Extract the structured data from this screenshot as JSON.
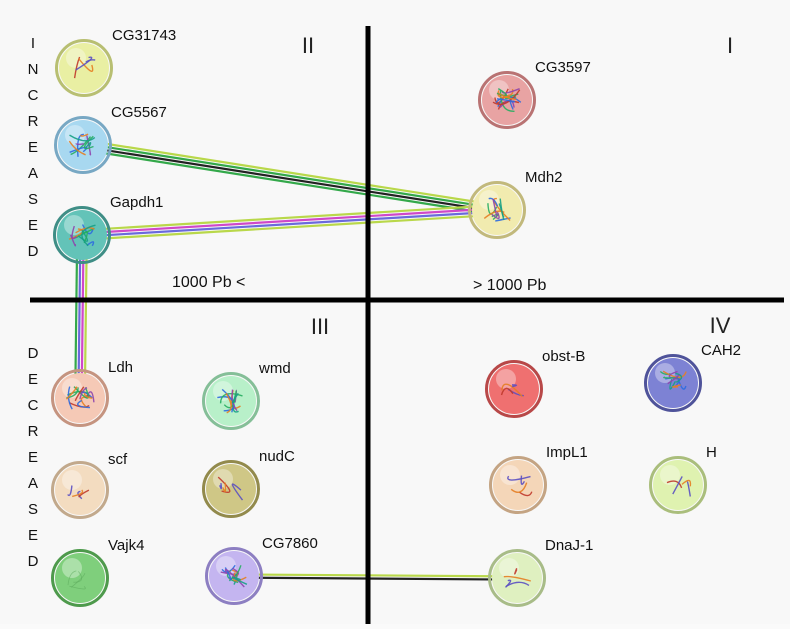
{
  "quadrants": {
    "q1": "I",
    "q2": "II",
    "q3": "III",
    "q4": "IV"
  },
  "axis_labels": {
    "left": "1000 Pb <",
    "right": "> 1000 Pb"
  },
  "side_labels": {
    "increased": [
      "I",
      "N",
      "C",
      "R",
      "E",
      "A",
      "S",
      "E",
      "D"
    ],
    "decreased": [
      "D",
      "E",
      "C",
      "R",
      "E",
      "A",
      "S",
      "E",
      "D"
    ]
  },
  "nodes": [
    {
      "id": "CG31743",
      "label": "CG31743",
      "color": "#e9efa3",
      "border": "#b8bf72",
      "quadrant": "II",
      "icon": "sparse-protein-icon"
    },
    {
      "id": "CG5567",
      "label": "CG5567",
      "color": "#a8d8f0",
      "border": "#78a8c4",
      "quadrant": "II",
      "icon": "protein-structure-icon"
    },
    {
      "id": "Gapdh1",
      "label": "Gapdh1",
      "color": "#63c3b8",
      "border": "#3f8e86",
      "quadrant": "II",
      "icon": "protein-structure-icon"
    },
    {
      "id": "CG3597",
      "label": "CG3597",
      "color": "#e8a3a3",
      "border": "#b97373",
      "quadrant": "I",
      "icon": "dense-protein-icon"
    },
    {
      "id": "Mdh2",
      "label": "Mdh2",
      "color": "#f1ebaf",
      "border": "#c2b97c",
      "quadrant": "I",
      "icon": "protein-structure-icon"
    },
    {
      "id": "Ldh",
      "label": "Ldh",
      "color": "#f5c9b6",
      "border": "#c59480",
      "quadrant": "III",
      "icon": "dense-protein-icon"
    },
    {
      "id": "wmd",
      "label": "wmd",
      "color": "#b8f0c9",
      "border": "#85bf98",
      "quadrant": "III",
      "icon": "protein-structure-icon"
    },
    {
      "id": "scf",
      "label": "scf",
      "color": "#f3dcc0",
      "border": "#c2a98c",
      "quadrant": "III",
      "icon": "sparse-protein-icon"
    },
    {
      "id": "nudC",
      "label": "nudC",
      "color": "#cfc786",
      "border": "#928a4c",
      "quadrant": "III",
      "icon": "sparse-protein-icon"
    },
    {
      "id": "Vajk4",
      "label": "Vajk4",
      "color": "#7fcf7c",
      "border": "#4e9a4c",
      "quadrant": "III",
      "icon": "faint-protein-icon"
    },
    {
      "id": "CG7860",
      "label": "CG7860",
      "color": "#c4b5f0",
      "border": "#8d7fc2",
      "quadrant": "III",
      "icon": "protein-structure-icon"
    },
    {
      "id": "obst-B",
      "label": "obst-B",
      "color": "#ef7070",
      "border": "#b84848",
      "quadrant": "IV",
      "icon": "sparse-protein-icon"
    },
    {
      "id": "CAH2",
      "label": "CAH2",
      "color": "#7d82d4",
      "border": "#4f539a",
      "quadrant": "IV",
      "icon": "protein-structure-icon"
    },
    {
      "id": "ImpL1",
      "label": "ImpL1",
      "color": "#f4d6b8",
      "border": "#c4a483",
      "quadrant": "IV",
      "icon": "sparse-protein-icon"
    },
    {
      "id": "H",
      "label": "H",
      "color": "#dff2b0",
      "border": "#aabe7c",
      "quadrant": "IV",
      "icon": "sparse-protein-icon"
    },
    {
      "id": "DnaJ-1",
      "label": "DnaJ-1",
      "color": "#dff0c0",
      "border": "#a8bc88",
      "quadrant": "IV",
      "icon": "sparse-protein-icon"
    }
  ],
  "edges": [
    {
      "from": "CG5567",
      "to": "Mdh2",
      "colors": [
        "#b9d84a",
        "#33a84a",
        "#222222",
        "#33a84a"
      ]
    },
    {
      "from": "Gapdh1",
      "to": "Mdh2",
      "colors": [
        "#b9d84a",
        "#d048c8",
        "#6a6adc",
        "#b9d84a"
      ]
    },
    {
      "from": "Gapdh1",
      "to": "Ldh",
      "colors": [
        "#b9d84a",
        "#d048c8",
        "#6a6adc",
        "#33a84a"
      ]
    },
    {
      "from": "CG7860",
      "to": "DnaJ-1",
      "colors": [
        "#b9d84a",
        "#222222"
      ]
    }
  ]
}
